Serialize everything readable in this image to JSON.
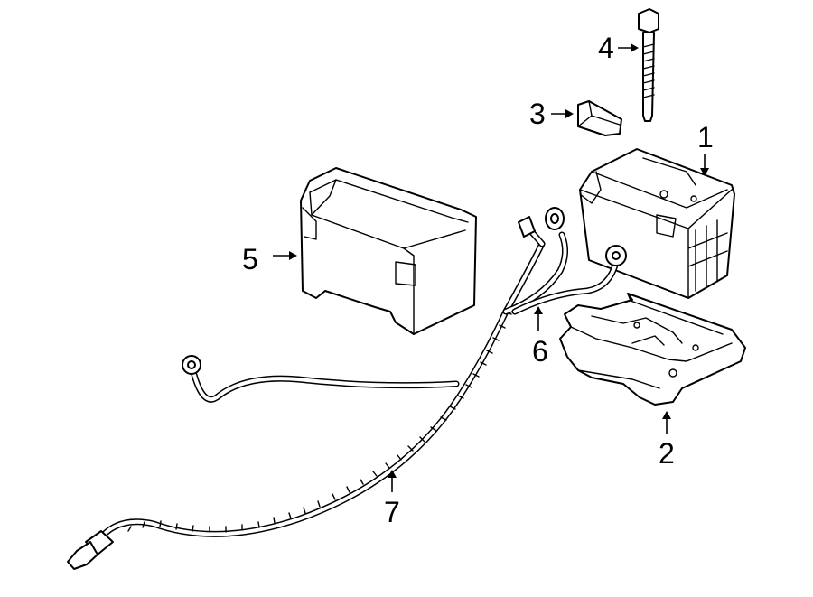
{
  "callouts": [
    {
      "id": "1",
      "label": "1"
    },
    {
      "id": "2",
      "label": "2"
    },
    {
      "id": "3",
      "label": "3"
    },
    {
      "id": "4",
      "label": "4"
    },
    {
      "id": "5",
      "label": "5"
    },
    {
      "id": "6",
      "label": "6"
    },
    {
      "id": "7",
      "label": "7"
    }
  ],
  "parts": [
    {
      "callout": "1",
      "name": "battery"
    },
    {
      "callout": "2",
      "name": "battery-tray"
    },
    {
      "callout": "3",
      "name": "hold-down-bracket"
    },
    {
      "callout": "4",
      "name": "hold-down-bolt"
    },
    {
      "callout": "5",
      "name": "battery-insulator-box"
    },
    {
      "callout": "6",
      "name": "negative-cable"
    },
    {
      "callout": "7",
      "name": "positive-cable"
    }
  ],
  "colors": {
    "line": "#000000",
    "background": "#ffffff"
  }
}
